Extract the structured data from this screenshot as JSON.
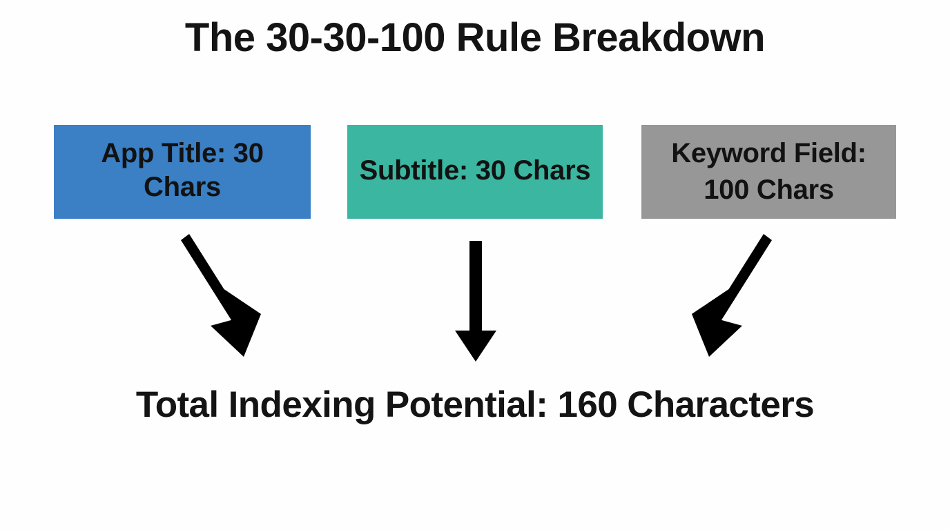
{
  "title": "The 30-30-100 Rule Breakdown",
  "boxes": [
    {
      "name": "app-title",
      "label": "App Title: 30 Chars",
      "color": "#3b7fc4",
      "text_color": "#121212"
    },
    {
      "name": "subtitle",
      "label": "Subtitle: 30 Chars",
      "color": "#3bb6a0",
      "text_color": "#121212"
    },
    {
      "name": "keyword-field",
      "label_line1": "Keyword Field:",
      "label_line2": "100 Chars",
      "color": "#979797",
      "text_color": "#121212"
    }
  ],
  "arrows": [
    {
      "name": "arrow-from-app-title",
      "direction": "down-right",
      "color": "#000000"
    },
    {
      "name": "arrow-from-subtitle",
      "direction": "down",
      "color": "#000000"
    },
    {
      "name": "arrow-from-keyword-field",
      "direction": "down-left",
      "color": "#000000"
    }
  ],
  "total": "Total Indexing Potential: 160 Characters",
  "background_color": "#fefefe"
}
